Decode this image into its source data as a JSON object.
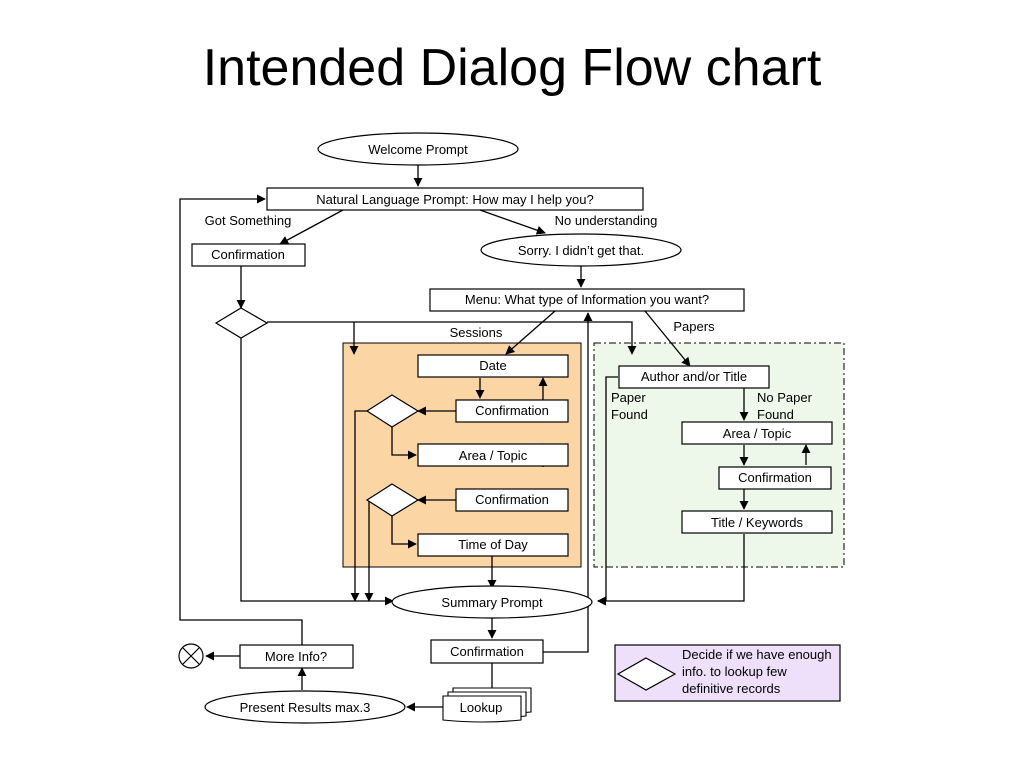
{
  "title": "Intended Dialog Flow chart",
  "nodes": {
    "welcome": "Welcome Prompt",
    "nl_prompt": "Natural Language Prompt: How may I help you?",
    "sorry": "Sorry. I didn’t get that.",
    "confirmation_main": "Confirmation",
    "menu": "Menu: What type of Information you want?",
    "date": "Date",
    "confirmation_date": "Confirmation",
    "area_topic_sessions": "Area / Topic",
    "confirmation_area": "Confirmation",
    "time_of_day": "Time of Day",
    "author_title": "Author and/or Title",
    "area_topic_papers": "Area / Topic",
    "confirmation_papers": "Confirmation",
    "title_keywords": "Title / Keywords",
    "summary": "Summary Prompt",
    "confirmation_summary": "Confirmation",
    "lookup": "Lookup",
    "present_results": "Present Results max.3",
    "more_info": "More Info?"
  },
  "edge_labels": {
    "got_something": "Got Something",
    "no_understanding": "No understanding",
    "sessions": "Sessions",
    "papers": "Papers",
    "paper_found": [
      "Paper",
      "Found"
    ],
    "no_paper_found": [
      "No Paper",
      "Found"
    ]
  },
  "legend": {
    "lines": [
      "Decide if we have enough",
      "info. to lookup few",
      "definitive records"
    ]
  },
  "colors": {
    "sessions_fill": "#fcd5a5",
    "papers_fill": "#eef8ea",
    "legend_fill": "#eee0fa"
  }
}
